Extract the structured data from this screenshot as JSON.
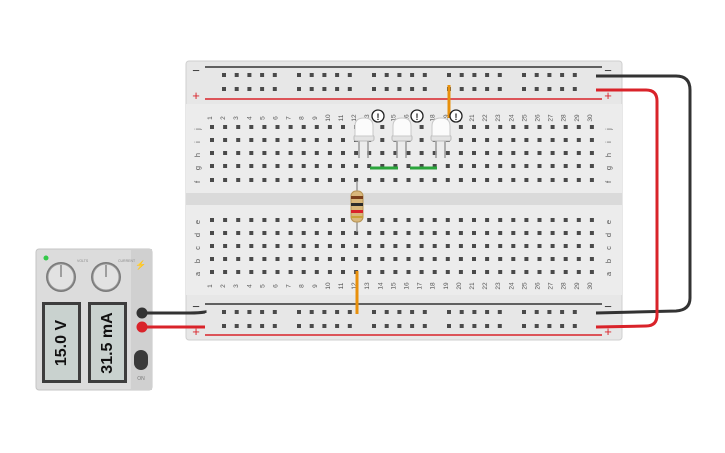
{
  "power_supply": {
    "voltage_display": "15.0 V",
    "current_display": "31.5 mA",
    "knob_labels": [
      "VOLTS",
      "CURRENT"
    ],
    "brand_mark": "⚡",
    "switch_label": "ON"
  },
  "breadboard": {
    "columns": [
      "1",
      "2",
      "3",
      "4",
      "5",
      "6",
      "7",
      "8",
      "9",
      "10",
      "11",
      "12",
      "13",
      "14",
      "15",
      "16",
      "17",
      "18",
      "19",
      "20",
      "21",
      "22",
      "23",
      "24",
      "25",
      "26",
      "27",
      "28",
      "29",
      "30"
    ],
    "rows_top": [
      "j",
      "i",
      "h",
      "g",
      "f"
    ],
    "rows_bottom": [
      "e",
      "d",
      "c",
      "b",
      "a"
    ],
    "rail_minus": "−",
    "rail_plus": "+"
  },
  "leds": [
    {
      "warning": "!"
    },
    {
      "warning": "!"
    },
    {
      "warning": "!"
    }
  ],
  "colors": {
    "wire_black": "#333333",
    "wire_red": "#d9232a",
    "wire_orange": "#e8900c",
    "wire_green": "#2aa53b",
    "rail_red": "#d9232a",
    "rail_dark": "#333333",
    "board": "#e7e7e7"
  }
}
